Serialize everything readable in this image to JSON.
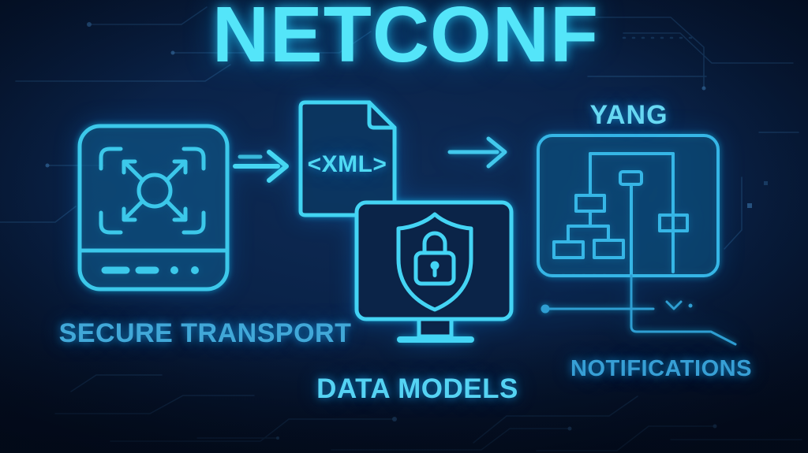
{
  "title": "NETCONF",
  "theme": {
    "background_navy": "#0a2349",
    "neon_cyan": "#40d2f0",
    "title_cyan": "#54e5f9",
    "dim_line_blue": "#2f9ed2",
    "trace_blue": "#23507e"
  },
  "diagram": {
    "labels": {
      "secure_transport": "SECURE TRANSPORT",
      "data_models": "DATA MODELS",
      "yang": "YANG",
      "notifications": "NOTIFICATIONS",
      "xml_doc": "<XML>"
    },
    "nodes": [
      {
        "icon": "network-device-expand-icon",
        "label": "SECURE TRANSPORT"
      },
      {
        "icon": "xml-document-icon",
        "label": "<XML>"
      },
      {
        "icon": "monitor-shield-lock-icon",
        "label": "DATA MODELS"
      },
      {
        "icon": "yang-tree-icon",
        "label": "YANG"
      },
      {
        "icon": "elbow-drop-line",
        "label": "NOTIFICATIONS"
      }
    ],
    "connectors": [
      {
        "name": "arrow-device-to-xml",
        "type": "arrow-right"
      },
      {
        "name": "arrow-xml-to-yang",
        "type": "arrow-right"
      },
      {
        "name": "yang-drop-elbow-line",
        "type": "elbow-line"
      }
    ]
  }
}
